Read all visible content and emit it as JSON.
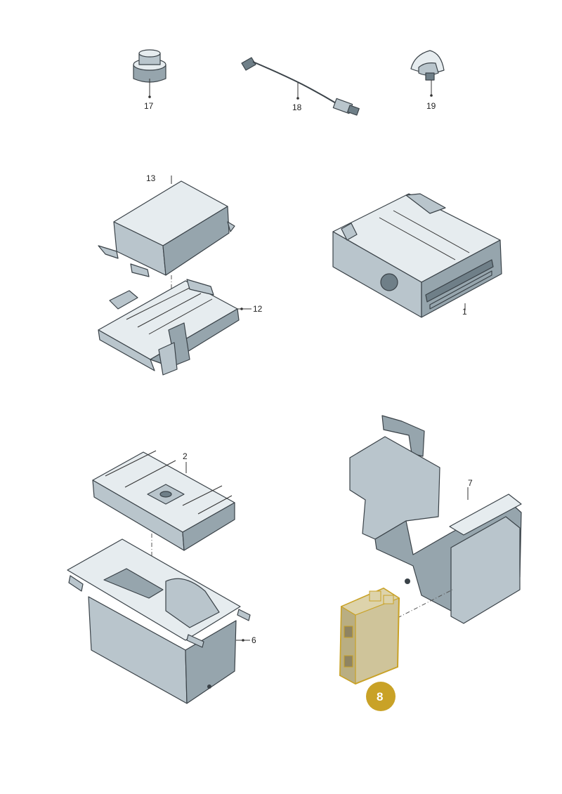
{
  "parts": [
    {
      "id": "p17",
      "number": "17"
    },
    {
      "id": "p18",
      "number": "18"
    },
    {
      "id": "p19",
      "number": "19"
    },
    {
      "id": "p13",
      "number": "13"
    },
    {
      "id": "p12",
      "number": "12"
    },
    {
      "id": "p1",
      "number": "1"
    },
    {
      "id": "p2",
      "number": "2"
    },
    {
      "id": "p6",
      "number": "6"
    },
    {
      "id": "p7",
      "number": "7"
    }
  ],
  "highlight": {
    "number": "8",
    "color": "#c9a227"
  }
}
